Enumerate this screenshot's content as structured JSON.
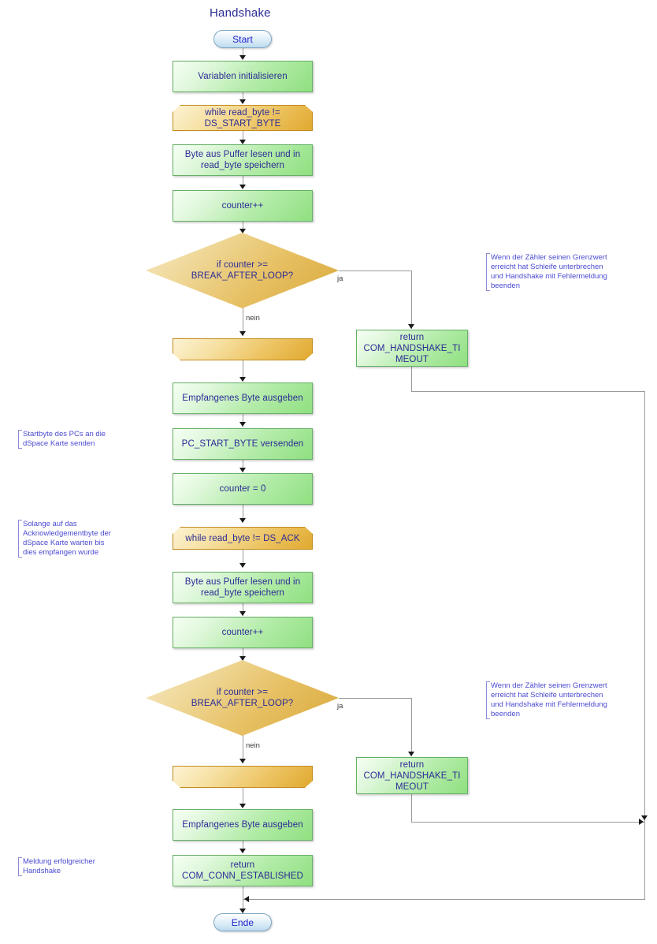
{
  "diagram": {
    "title": "Handshake",
    "edge_labels": {
      "yes": "ja",
      "no": "nein"
    }
  },
  "nodes": {
    "start": {
      "label": "Start",
      "type": "terminator"
    },
    "init": {
      "label": "Variablen initialisieren",
      "type": "process"
    },
    "loop1_start": {
      "label": "while read_byte !=\nDS_START_BYTE",
      "type": "loop-start"
    },
    "read1": {
      "label": "Byte aus Puffer lesen und in\nread_byte speichern",
      "type": "process"
    },
    "counter1": {
      "label": "counter++",
      "type": "process"
    },
    "decision1": {
      "label": "if counter >=\nBREAK_AFTER_LOOP?",
      "type": "decision"
    },
    "timeout1": {
      "label": "return\nCOM_HANDSHAKE_TI\nMEOUT",
      "type": "process"
    },
    "loop1_end": {
      "label": "",
      "type": "loop-end"
    },
    "output1": {
      "label": "Empfangenes Byte ausgeben",
      "type": "process"
    },
    "send_start_byte": {
      "label": "PC_START_BYTE versenden",
      "type": "process"
    },
    "counter_reset": {
      "label": "counter = 0",
      "type": "process"
    },
    "loop2_start": {
      "label": "while read_byte != DS_ACK",
      "type": "loop-start"
    },
    "read2": {
      "label": "Byte aus Puffer lesen und in\nread_byte speichern",
      "type": "process"
    },
    "counter2": {
      "label": "counter++",
      "type": "process"
    },
    "decision2": {
      "label": "if counter >=\nBREAK_AFTER_LOOP?",
      "type": "decision"
    },
    "timeout2": {
      "label": "return\nCOM_HANDSHAKE_TI\nMEOUT",
      "type": "process"
    },
    "loop2_end": {
      "label": "",
      "type": "loop-end"
    },
    "output2": {
      "label": "Empfangenes Byte ausgeben",
      "type": "process"
    },
    "success": {
      "label": "return\nCOM_CONN_ESTABLISHED",
      "type": "process"
    },
    "ende": {
      "label": "Ende",
      "type": "terminator"
    }
  },
  "notes": {
    "timeout_note_1": "Wenn der Zähler seinen Grenzwert\nerreicht hat Schleife unterbrechen\nund Handshake mit Fehlermeldung\nbeenden",
    "start_byte_note": "Startbyte des PCs an die\ndSpace Karte senden",
    "ack_note": "Solange auf das\nAcknowledgementbyte der\ndSpace Karte warten bis\ndies empfangen wurde",
    "timeout_note_2": "Wenn der Zähler seinen Grenzwert\nerreicht hat Schleife unterbrechen\nund Handshake mit Fehlermeldung\nbeenden",
    "success_note": "Meldung erfolgreicher\nHandshake"
  },
  "colors": {
    "text": "#2b2b96",
    "note_text": "#4a4ad2",
    "process_fill": "#8fe080",
    "process_stroke": "#66b066",
    "loop_fill": "#e0a92f",
    "loop_stroke": "#c28a1e",
    "decision_fill": "#d9a93b",
    "terminator_fill": "#bcdbee",
    "terminator_stroke": "#7fa8c4",
    "connector": "#9a9a9a",
    "background": "#ffffff"
  }
}
